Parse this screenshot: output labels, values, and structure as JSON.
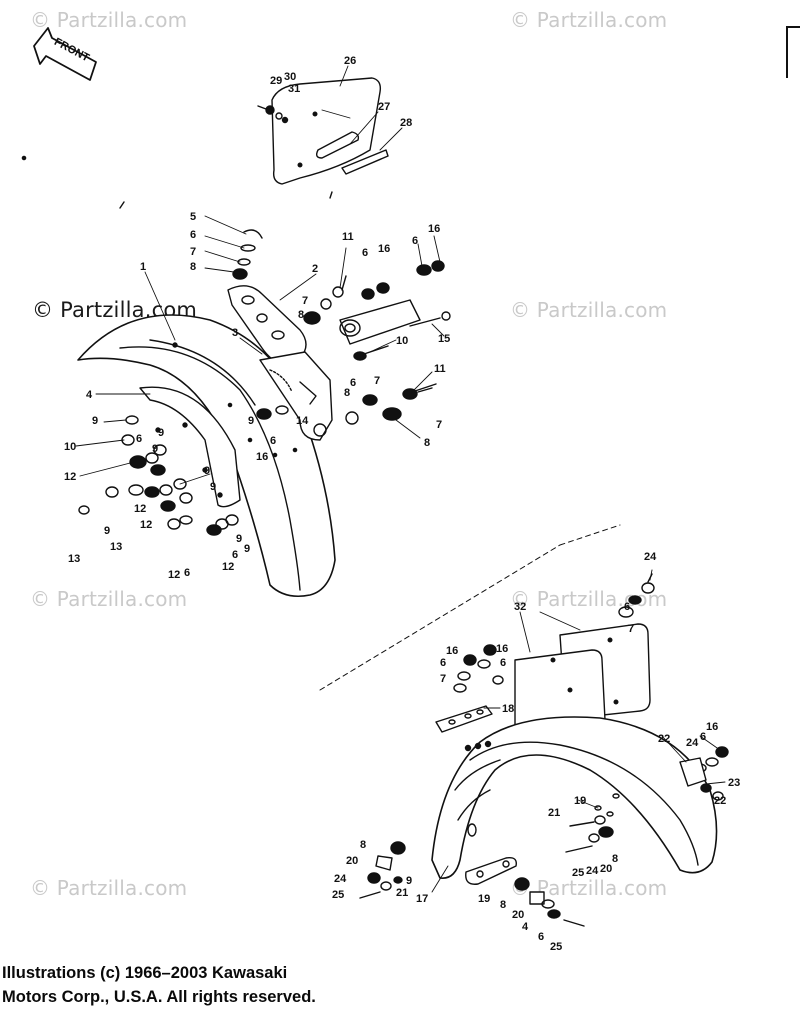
{
  "watermarks": [
    "© Partzilla.com",
    "© Partzilla.com",
    "© Partzilla.com",
    "© Partzilla.com",
    "© Partzilla.com",
    "© Partzilla.com",
    "© Partzilla.com",
    "© Partzilla.com"
  ],
  "front_arrow_label": "FRONT",
  "callouts": [
    "1",
    "2",
    "3",
    "4",
    "5",
    "6",
    "7",
    "8",
    "9",
    "10",
    "11",
    "12",
    "13",
    "14",
    "15",
    "16",
    "17",
    "18",
    "19",
    "20",
    "21",
    "22",
    "23",
    "24",
    "25",
    "26",
    "27",
    "28",
    "29",
    "30",
    "31",
    "32"
  ],
  "copyright": {
    "line1": "Illustrations (c) 1966–2003 Kawasaki",
    "line2": "Motors Corp., U.S.A.  All rights reserved."
  },
  "colors": {
    "line": "#111111",
    "watermark": "#c9c9c9",
    "background": "#ffffff"
  }
}
